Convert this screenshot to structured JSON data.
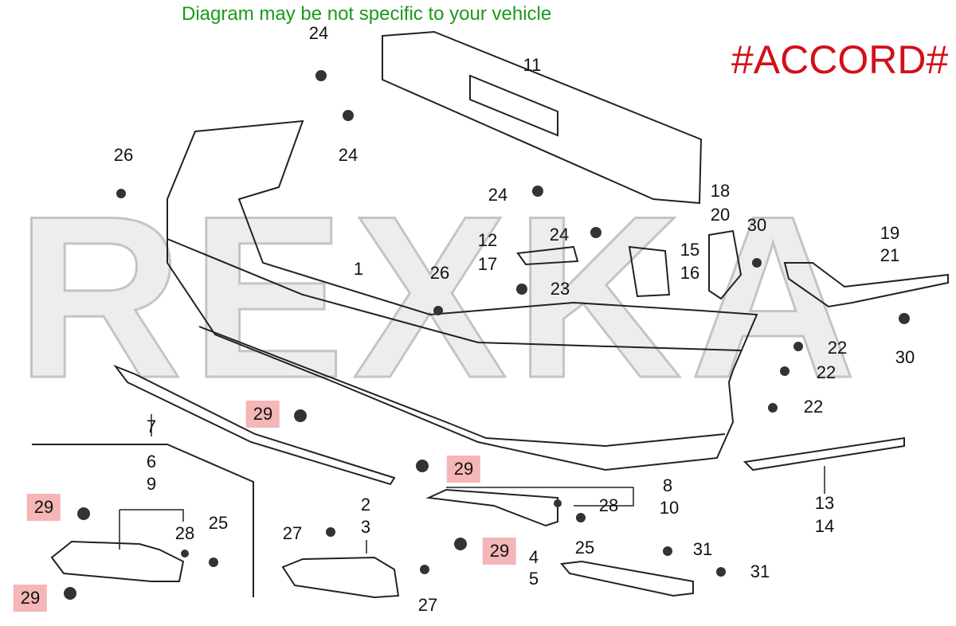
{
  "notice": "Diagram may be not specific to your vehicle",
  "brand_tag": "#ACCORD#",
  "watermark": "REXKA",
  "highlight_color": "#f4b6b6",
  "callouts": [
    "24",
    "11",
    "24",
    "26",
    "24",
    "18",
    "20",
    "30",
    "19",
    "21",
    "12",
    "17",
    "24",
    "15",
    "16",
    "23",
    "1",
    "26",
    "22",
    "22",
    "22",
    "30",
    "7",
    "29",
    "29",
    "6",
    "9",
    "29",
    "28",
    "25",
    "2",
    "3",
    "27",
    "8",
    "10",
    "28",
    "25",
    "29",
    "4",
    "5",
    "31",
    "31",
    "13",
    "14",
    "29",
    "27"
  ]
}
